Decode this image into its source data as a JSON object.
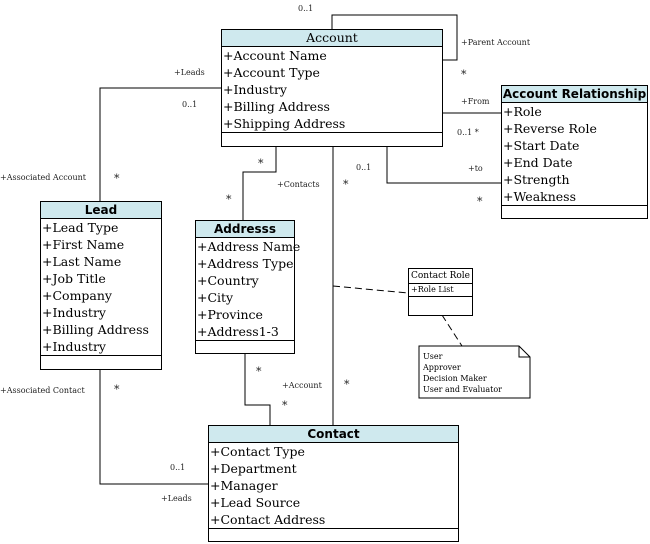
{
  "account": {
    "title": "Account",
    "attributes": [
      "+Account Name",
      "+Account Type",
      "+Industry",
      "+Billing Address",
      "+Shipping Address"
    ]
  },
  "account_relationship": {
    "title": "Account Relationship",
    "attributes": [
      "+Role",
      "+Reverse Role",
      "+Start Date",
      "+End Date",
      "+Strength",
      "+Weakness"
    ]
  },
  "lead": {
    "title": "Lead",
    "attributes": [
      "+Lead Type",
      "+First Name",
      "+Last Name",
      "+Job Title",
      "+Company",
      "+Industry",
      "+Billing Address",
      "+Industry"
    ]
  },
  "address": {
    "title": "Addresss",
    "attributes": [
      "+Address Name",
      "+Address Type",
      "+Country",
      "+City",
      "+Province",
      "+Address1-3"
    ]
  },
  "contact": {
    "title": "Contact",
    "attributes": [
      "+Contact Type",
      "+Department",
      "+Manager",
      "+Lead Source",
      "+Contact Address"
    ]
  },
  "contact_role": {
    "title": "Contact Role",
    "attributes": [
      "+Role List"
    ]
  },
  "note": {
    "lines": [
      "User",
      "Approver",
      "Decision Maker",
      "User and Evaluator"
    ]
  },
  "labels": {
    "self_top_mult": "0..1",
    "parent_account": "+Parent Account",
    "parent_star": "*",
    "leads_top": "+Leads",
    "leads_mult": "0..1",
    "from": "+From",
    "from_mult": "0..1 *",
    "account_to_mult": "0..1",
    "to": "+to",
    "to_star": "*",
    "assoc_account": "+Associated Account",
    "assoc_account_star": "*",
    "contacts_star_top": "*",
    "contacts_label": "+Contacts",
    "contacts_star_bottom": "*",
    "account_contact_star": "*",
    "assoc_contact": "+Associated Contact",
    "assoc_contact_star": "*",
    "addr_contact_star_top": "*",
    "addr_account": "+Account",
    "addr_contact_star_bottom": "*",
    "contact_account_star": "*",
    "lead_contact_mult": "0..1",
    "leads_bottom": "+Leads"
  }
}
